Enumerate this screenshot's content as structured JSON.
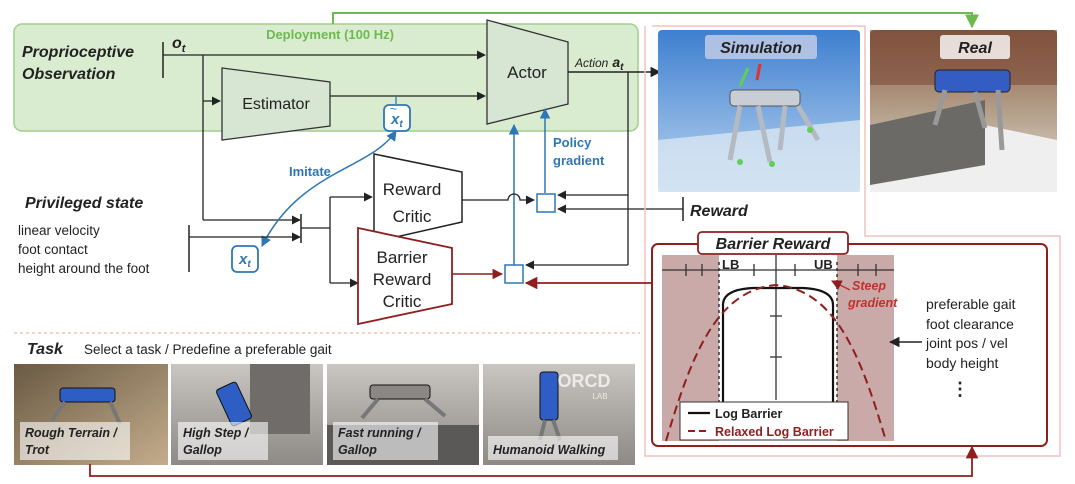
{
  "deployment_label": "Deployment (100 Hz)",
  "observation": {
    "title_line1": "Proprioceptive",
    "title_line2": "Observation",
    "symbol": "o",
    "subscript": "t"
  },
  "estimator_label": "Estimator",
  "actor_label": "Actor",
  "action_label": "Action",
  "action_symbol": "a",
  "action_subscript": "t",
  "estimated_state": {
    "symbol": "x",
    "subscript": "t"
  },
  "true_state": {
    "symbol": "x",
    "subscript": "t"
  },
  "imitate_label": "Imitate",
  "policy_gradient_line1": "Policy",
  "policy_gradient_line2": "gradient",
  "privileged": {
    "title": "Privileged state",
    "items": [
      "linear velocity",
      "foot contact",
      "height around the foot"
    ]
  },
  "reward_critic_line1": "Reward",
  "reward_critic_line2": "Critic",
  "barrier_critic_lines": [
    "Barrier",
    "Reward",
    "Critic"
  ],
  "reward_label": "Reward",
  "simulation_label": "Simulation",
  "real_label": "Real",
  "barrier_reward": {
    "title": "Barrier Reward",
    "lb": "LB",
    "ub": "UB",
    "steep_line1": "Steep",
    "steep_line2": "gradient",
    "legend_log": "Log Barrier",
    "legend_relaxed": "Relaxed Log Barrier",
    "items": [
      "preferable gait",
      "foot clearance",
      "joint pos / vel",
      "body height"
    ],
    "more": "⋮"
  },
  "task": {
    "title": "Task",
    "subtitle": "Select a task / Predefine a preferable gait",
    "tiles": [
      {
        "line1": "Rough Terrain /",
        "line2": "Trot"
      },
      {
        "line1": "High Step /",
        "line2": "Gallop"
      },
      {
        "line1": "Fast running /",
        "line2": "Gallop"
      },
      {
        "line1": "Humanoid Walking",
        "line2": ""
      }
    ]
  },
  "lab_logo_text": "ORCD",
  "lab_logo_sub": "LAB",
  "colors": {
    "green_region": "#d9ecd0",
    "green_border": "#9fcf8c",
    "deployment_green": "#6dba4f",
    "blue": "#2e77b6",
    "dark_red": "#8e1f1f",
    "box_fill": "#d7e6d3",
    "plot_shade": "#caa9a9"
  }
}
